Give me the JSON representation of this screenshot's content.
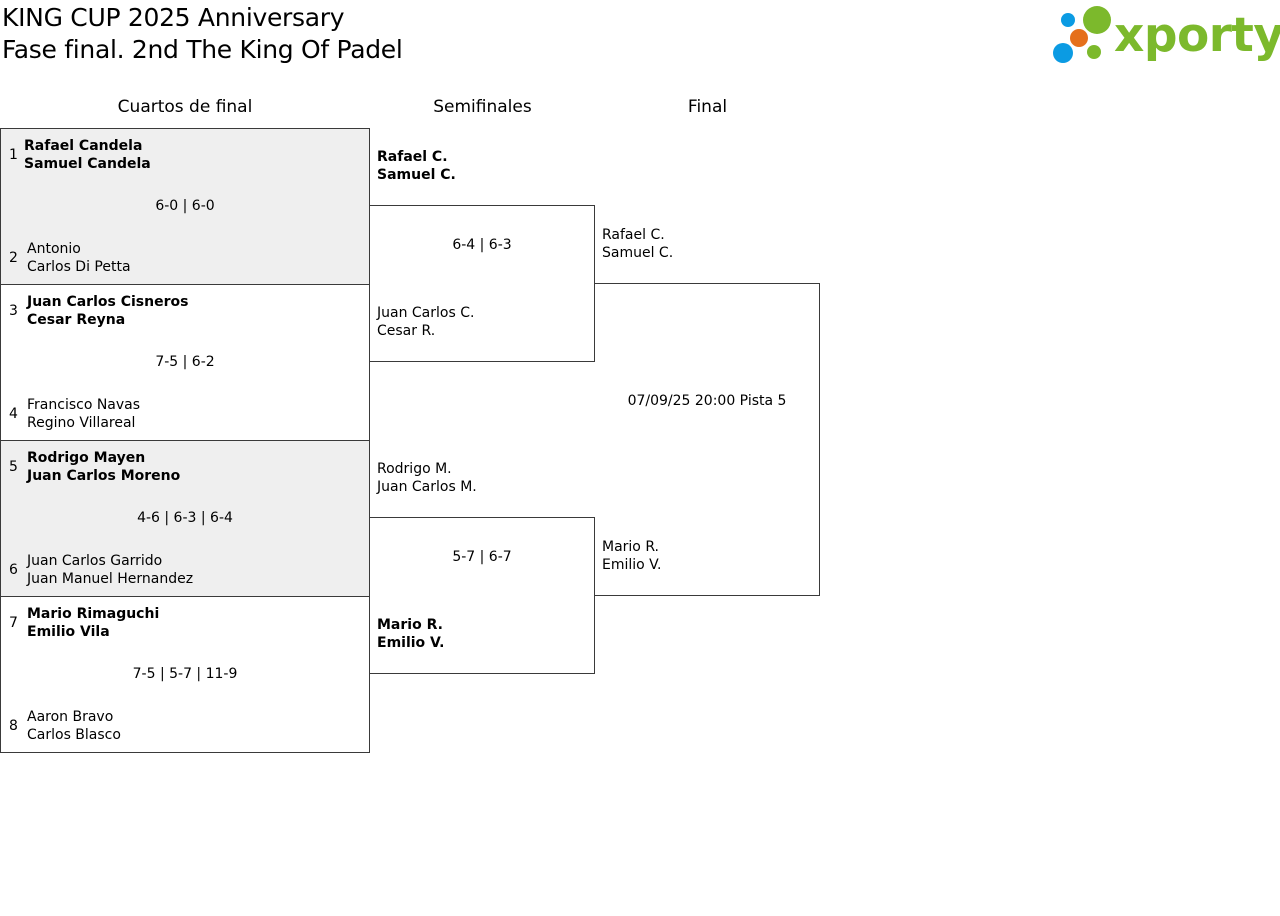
{
  "header": {
    "title_line1": "KING CUP 2025 Anniversary",
    "title_line2": "Fase final. 2nd The King Of Padel"
  },
  "logo": {
    "text": "xporty",
    "colors": {
      "blue": "#0b9be3",
      "orange": "#e5701b",
      "green": "#7cb92c"
    }
  },
  "rounds": [
    "Cuartos de final",
    "Semifinales",
    "Final"
  ],
  "quarterfinals": [
    {
      "top_seed": "1",
      "top_p1": "Rafael Candela",
      "top_p2": "Samuel Candela",
      "score": "6-0 | 6-0",
      "bottom_seed": "2",
      "bottom_p1": "Antonio",
      "bottom_p2": "Carlos Di Petta"
    },
    {
      "top_seed": "3",
      "top_p1": "Juan Carlos Cisneros",
      "top_p2": "Cesar Reyna",
      "score": "7-5 | 6-2",
      "bottom_seed": "4",
      "bottom_p1": "Francisco Navas",
      "bottom_p2": "Regino Villareal"
    },
    {
      "top_seed": "5",
      "top_p1": "Rodrigo Mayen",
      "top_p2": "Juan Carlos Moreno",
      "score": "4-6 | 6-3 | 6-4",
      "bottom_seed": "6",
      "bottom_p1": "Juan Carlos Garrido",
      "bottom_p2": "Juan Manuel Hernandez"
    },
    {
      "top_seed": "7",
      "top_p1": "Mario Rimaguchi",
      "top_p2": "Emilio Vila",
      "score": "7-5 | 5-7 | 11-9",
      "bottom_seed": "8",
      "bottom_p1": "Aaron Bravo",
      "bottom_p2": "Carlos Blasco"
    }
  ],
  "semifinals": [
    {
      "top_p1": "Rafael C.",
      "top_p2": "Samuel C.",
      "score": "6-4 | 6-3",
      "bottom_p1": "Juan Carlos C.",
      "bottom_p2": "Cesar R."
    },
    {
      "top_p1": "Rodrigo M.",
      "top_p2": "Juan Carlos M.",
      "score": "5-7 | 6-7",
      "bottom_p1": "Mario R.",
      "bottom_p2": "Emilio V."
    }
  ],
  "final": {
    "top_p1": "Rafael C.",
    "top_p2": "Samuel C.",
    "info": "07/09/25 20:00 Pista 5",
    "bottom_p1": "Mario R.",
    "bottom_p2": "Emilio V."
  }
}
